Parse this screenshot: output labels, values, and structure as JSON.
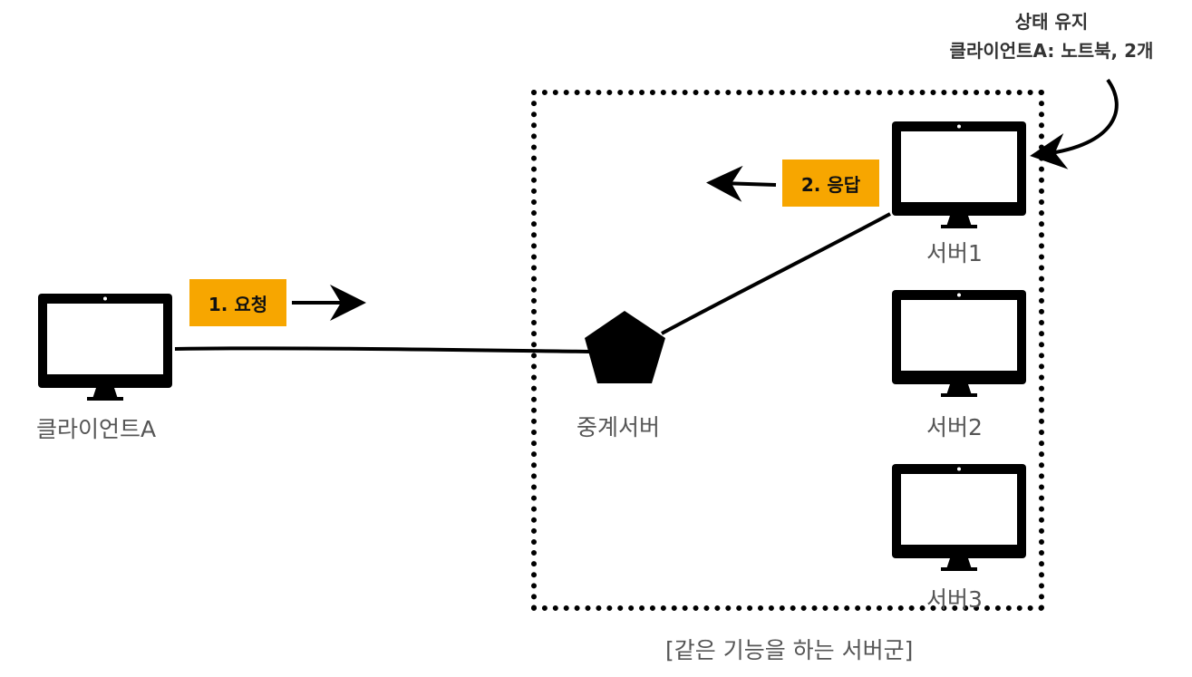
{
  "client": {
    "label": "클라이언트A"
  },
  "relay": {
    "label": "중계서버"
  },
  "servers": [
    {
      "label": "서버1"
    },
    {
      "label": "서버2"
    },
    {
      "label": "서버3"
    }
  ],
  "steps": {
    "request": "1. 요청",
    "response": "2. 응답"
  },
  "state_note": {
    "line1": "상태 유지",
    "line2": "클라이언트A: 노트북, 2개"
  },
  "group": {
    "caption": "[같은 기능을 하는 서버군]"
  },
  "colors": {
    "badge": "#f7a600",
    "stroke": "#000000",
    "label": "#555555"
  }
}
